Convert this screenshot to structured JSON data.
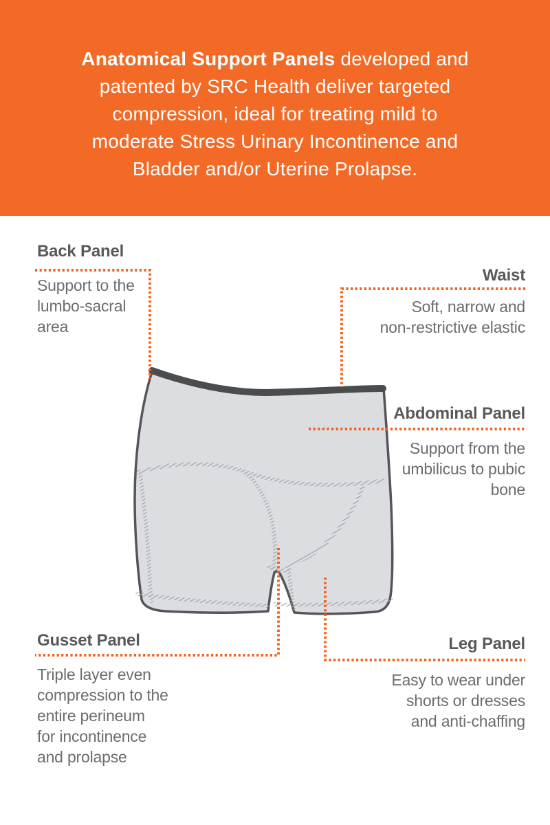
{
  "banner": {
    "heading_bold": "Anatomical Support Panels",
    "line1_rest": " developed and",
    "lines": [
      "patented by SRC Health deliver targeted",
      "compression, ideal for treating mild to",
      "moderate Stress Urinary Incontinence and",
      "Bladder and/or Uterine Prolapse."
    ]
  },
  "panels": {
    "back": {
      "title": "Back Panel",
      "desc": [
        "Support to the",
        "lumbo-sacral",
        "area"
      ]
    },
    "waist": {
      "title": "Waist",
      "desc": [
        "Soft, narrow and",
        "non-restrictive elastic"
      ]
    },
    "abdominal": {
      "title": "Abdominal Panel",
      "desc": [
        "Support from the",
        "umbilicus to pubic",
        "bone"
      ]
    },
    "gusset": {
      "title": "Gusset Panel",
      "desc": [
        "Triple layer even",
        "compression to the",
        "entire perineum",
        "for incontinence",
        "and prolapse"
      ]
    },
    "leg": {
      "title": "Leg Panel",
      "desc": [
        "Easy to wear under",
        "shorts or dresses",
        "and anti-chaffing"
      ]
    }
  },
  "illustration": {
    "subject": "compression shorts, three-quarter view with waistband, seams and leg hems"
  },
  "colors": {
    "banner_orange": "#F26A26",
    "leader_orange": "#F1641F",
    "title_gray": "#58595B",
    "body_gray": "#6B6C6F",
    "garment_fill": "#DBDDE1",
    "garment_outline": "#54555A",
    "waistband_dark": "#4B4C4E",
    "seam_gray": "#9B9EA3"
  }
}
